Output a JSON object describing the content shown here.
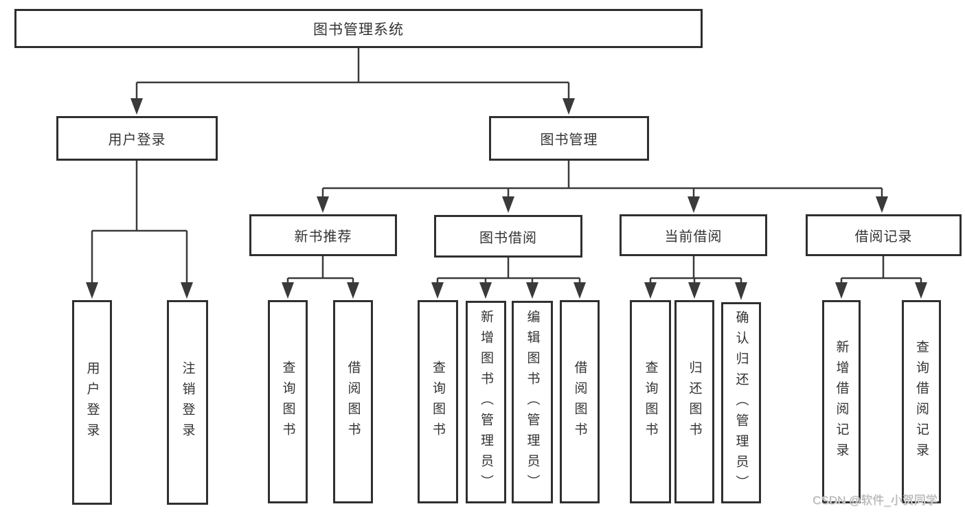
{
  "diagram": {
    "title": "图书管理系统",
    "watermark": "CSDN @软件_小贺同学",
    "colors": {
      "background": "#ffffff",
      "line": "#3a3a3a",
      "box_border": "#2f2f2f",
      "box_fill": "#ffffff",
      "text": "#333333",
      "watermark": "#b5b5b5"
    },
    "nodes": {
      "root": {
        "label": "图书管理系统"
      },
      "login": {
        "label": "用户登录"
      },
      "book_mgmt": {
        "label": "图书管理"
      },
      "user_login": {
        "label": "用户登录"
      },
      "logout": {
        "label": "注销登录"
      },
      "new_book_rec": {
        "label": "新书推荐"
      },
      "book_borrow": {
        "label": "图书借阅"
      },
      "current_borrow": {
        "label": "当前借阅"
      },
      "borrow_records": {
        "label": "借阅记录"
      },
      "nbr_query_book": {
        "label": "查询图书"
      },
      "nbr_borrow_book": {
        "label": "借阅图书"
      },
      "bb_query_book": {
        "label": "查询图书"
      },
      "bb_add_book": {
        "label": "新增图书（管理员）"
      },
      "bb_edit_book": {
        "label": "编辑图书（管理员）"
      },
      "bb_borrow_book": {
        "label": "借阅图书"
      },
      "cb_query_book": {
        "label": "查询图书"
      },
      "cb_return_book": {
        "label": "归还图书"
      },
      "cb_confirm_return": {
        "label": "确认归还（管理员）"
      },
      "br_add_record": {
        "label": "新增借阅记录"
      },
      "br_query_record": {
        "label": "查询借阅记录"
      }
    },
    "hierarchy": {
      "root": [
        "login",
        "book_mgmt"
      ],
      "login": [
        "user_login",
        "logout"
      ],
      "book_mgmt": [
        "new_book_rec",
        "book_borrow",
        "current_borrow",
        "borrow_records"
      ],
      "new_book_rec": [
        "nbr_query_book",
        "nbr_borrow_book"
      ],
      "book_borrow": [
        "bb_query_book",
        "bb_add_book",
        "bb_edit_book",
        "bb_borrow_book"
      ],
      "current_borrow": [
        "cb_query_book",
        "cb_return_book",
        "cb_confirm_return"
      ],
      "borrow_records": [
        "br_add_record",
        "br_query_record"
      ]
    }
  }
}
